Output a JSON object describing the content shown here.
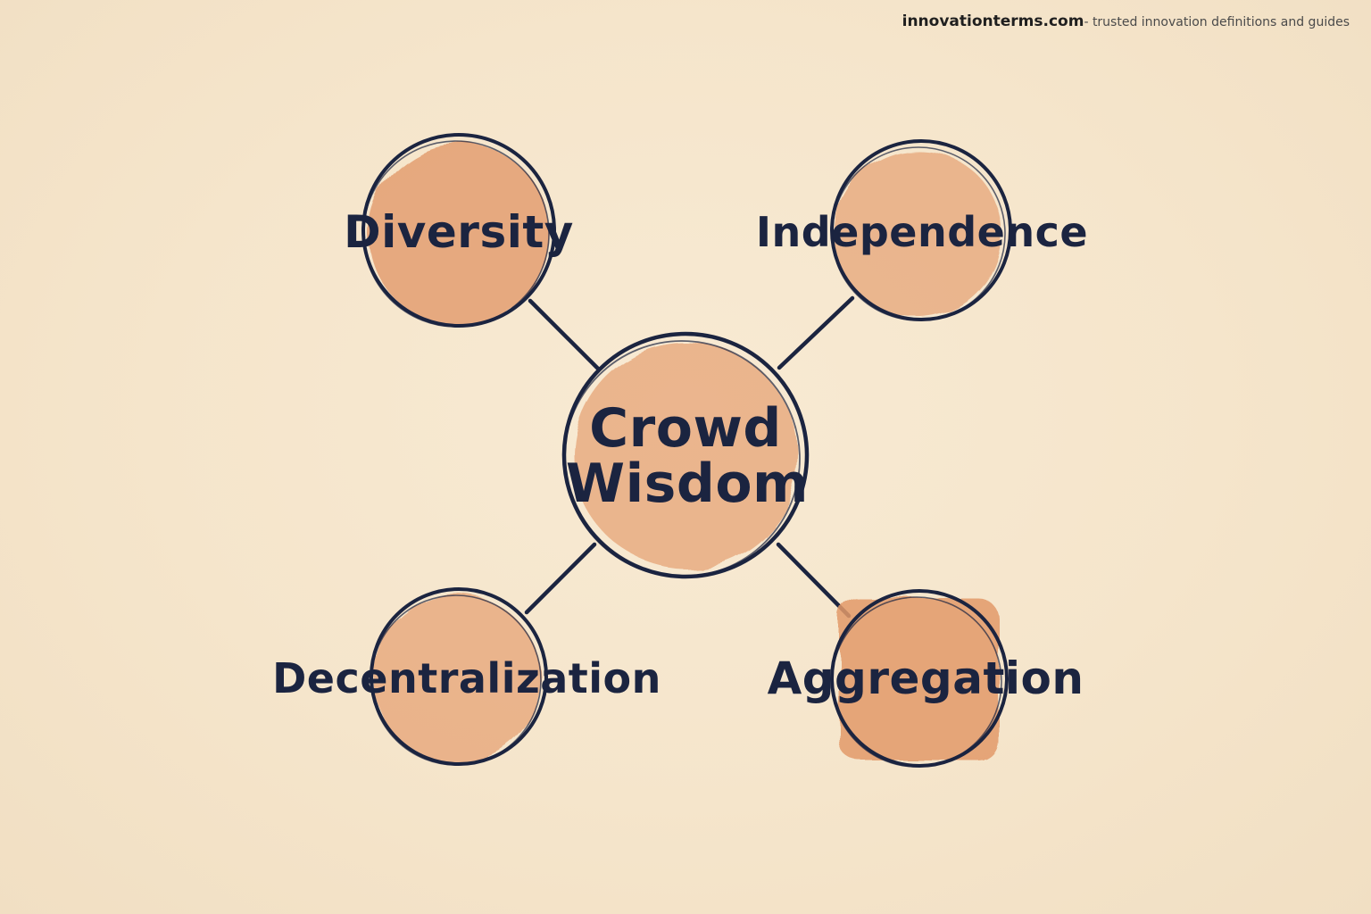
{
  "header": {
    "site": "innovationterms.com",
    "tagline": "- trusted innovation definitions and guides"
  },
  "diagram": {
    "center": {
      "line1": "Crowd",
      "line2": "Wisdom"
    },
    "nodes": [
      {
        "id": "diversity",
        "label": "Diversity"
      },
      {
        "id": "independence",
        "label": "Independence"
      },
      {
        "id": "decentralization",
        "label": "Decentralization"
      },
      {
        "id": "aggregation",
        "label": "Aggregation"
      }
    ]
  },
  "colors": {
    "background": "#f6e7cf",
    "fill": "#e39c6e",
    "stroke": "#1b2440",
    "text": "#1b2440"
  }
}
